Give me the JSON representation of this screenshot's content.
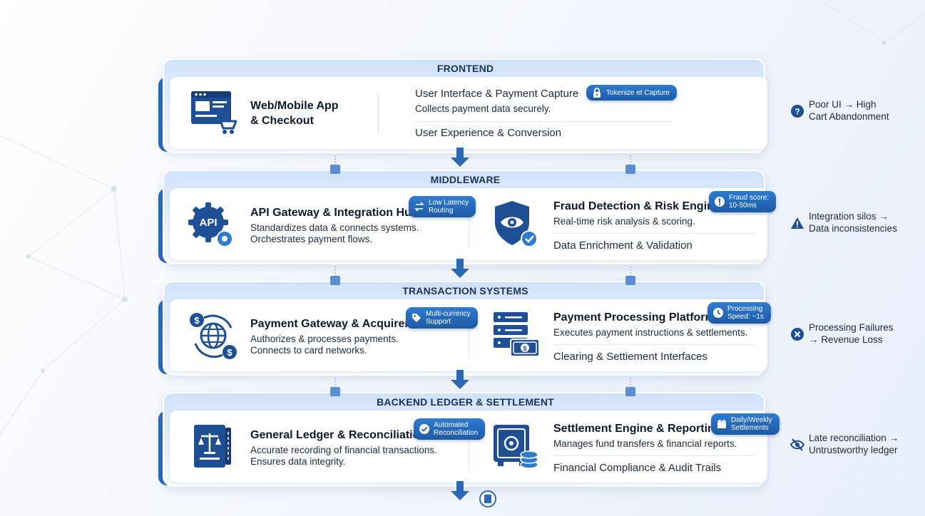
{
  "layers": [
    {
      "title": "FRONTEND",
      "left_block": {
        "icon": "web-checkout-icon",
        "title_line1": "Web/Mobile App",
        "title_line2": "& Checkout"
      },
      "right_block": {
        "title": "User Interface & Payment Capture",
        "desc_line1": "Collects payment data securely.",
        "sub": "User Experience & Conversion",
        "badge": {
          "icon": "lock-icon",
          "line1": "Tokenize et Capture"
        }
      }
    },
    {
      "title": "MIDDLEWARE",
      "left_block": {
        "icon": "api-gear-icon",
        "icon_text": "API",
        "title": "API Gateway & Integration Hub",
        "desc_line1": "Standardizes data & connects systems.",
        "desc_line2": "Orchestrates payment flows.",
        "badge": {
          "icon": "arrows-icon",
          "line1": "Low Latency",
          "line2": "Routing"
        }
      },
      "right_block": {
        "icon": "shield-eye-icon",
        "title": "Fraud Detection & Risk Engine",
        "desc_line1": "Real-time risk analysis & scoring.",
        "sub": "Data Enrichment & Validation",
        "badge": {
          "icon": "alert-icon",
          "line1": "Fraud score:",
          "line2": "10-50ms"
        }
      }
    },
    {
      "title": "TRANSACTION SYSTEMS",
      "left_block": {
        "icon": "globe-currency-icon",
        "title": "Payment Gateway & Acquirers",
        "desc_line1": "Authorizes & processes payments.",
        "desc_line2": "Connects to card networks.",
        "badge": {
          "icon": "tag-icon",
          "line1": "Multi-currency",
          "line2": "Support"
        }
      },
      "right_block": {
        "icon": "server-cash-icon",
        "title": "Payment Processing Platform",
        "desc_line1": "Executes payment instructions & settlements.",
        "sub": "Clearing & Settiement Interfaces",
        "badge": {
          "icon": "clock-icon",
          "line1": "Processing",
          "line2": "Speed: ~1s"
        }
      }
    },
    {
      "title": "BACKEND LEDGER & SETTLEMENT",
      "left_block": {
        "icon": "ledger-book-icon",
        "title": "General Ledger & Reconciliation",
        "desc_line1": "Accurate recording of financial transactions.",
        "desc_line2": "Ensures data integrity.",
        "badge": {
          "icon": "check-circle-icon",
          "line1": "Automated",
          "line2": "Reconciliation"
        }
      },
      "right_block": {
        "icon": "vault-coins-icon",
        "title": "Settlement Engine & Reporting",
        "desc_line1": "Manages fund transfers & financial reports.",
        "sub": "Financial Compliance & Audit Trails",
        "badge": {
          "icon": "calendar-icon",
          "line1": "Daily/Weekly",
          "line2": "Settlements"
        }
      }
    }
  ],
  "risks": [
    {
      "icon": "question-icon",
      "line1": "Poor UI → High",
      "line2": "Cart Abandonment"
    },
    {
      "icon": "warning-icon",
      "line1": "Integration silos →",
      "line2": "Data inconsistencies"
    },
    {
      "icon": "x-circle-icon",
      "line1": "Processing Failures",
      "line2": "→ Revenue Loss"
    },
    {
      "icon": "eye-off-icon",
      "line1": "Late reconciliation →",
      "line2": "Untrustworthy ledger"
    }
  ],
  "colors": {
    "primary": "#1e5ca8",
    "accent": "#2f7bd0",
    "dark_navy": "#18345b",
    "text": "#1d2b40"
  }
}
